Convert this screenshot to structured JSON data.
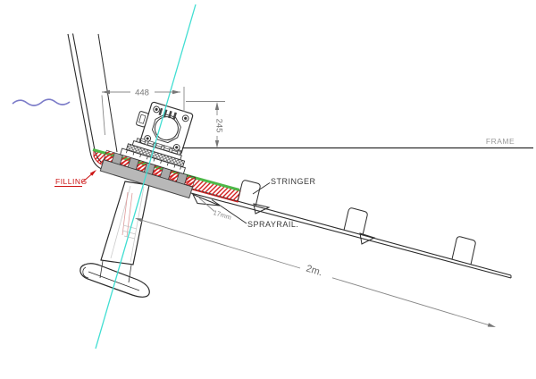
{
  "drawing": {
    "dimensions": {
      "width": "448",
      "height": "245",
      "plate_thickness": "17mm",
      "stringer_spacing": "2m."
    },
    "labels": {
      "frame": "FRAME",
      "stringer": "STRINGER",
      "sprayrail": "SPRAYRAIL.",
      "filling": "FILLING"
    },
    "colors": {
      "filling_red": "#d42020",
      "sealant_green": "#4db848",
      "centerline_cyan": "#40ded2",
      "waterline_blue": "#7b7bc8",
      "plate_gray": "#b8b8b8",
      "annotation_gray": "#777777",
      "line_dark": "#2b2b2b",
      "label_red": "#cc1414",
      "frame_text_gray": "#9a9a9a"
    }
  }
}
